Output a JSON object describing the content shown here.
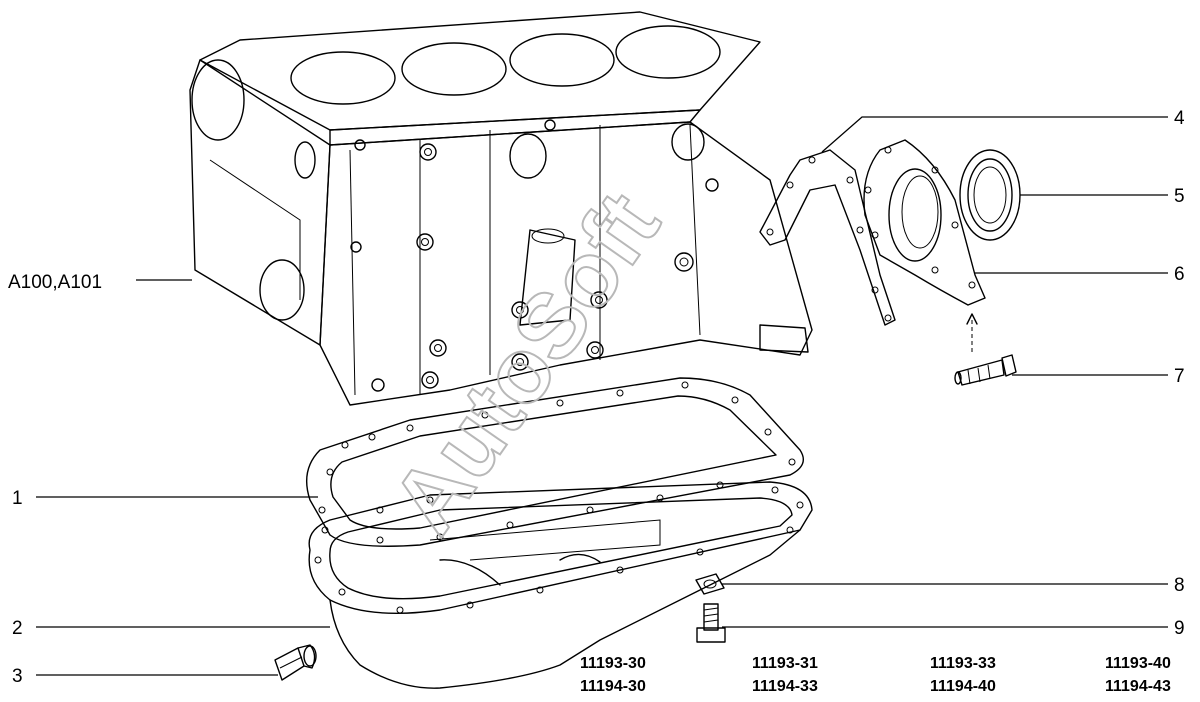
{
  "callouts": {
    "c1": "1",
    "c2": "2",
    "c3": "3",
    "c4": "4",
    "c5": "5",
    "c6": "6",
    "c7": "7",
    "c8": "8",
    "c9": "9",
    "block": "A100,A101"
  },
  "codes": [
    [
      "11193-30",
      "11194-30"
    ],
    [
      "11193-31",
      "11194-33"
    ],
    [
      "11193-33",
      "11194-40"
    ],
    [
      "11193-40",
      "11194-43"
    ]
  ],
  "watermark": "AutoSoft"
}
